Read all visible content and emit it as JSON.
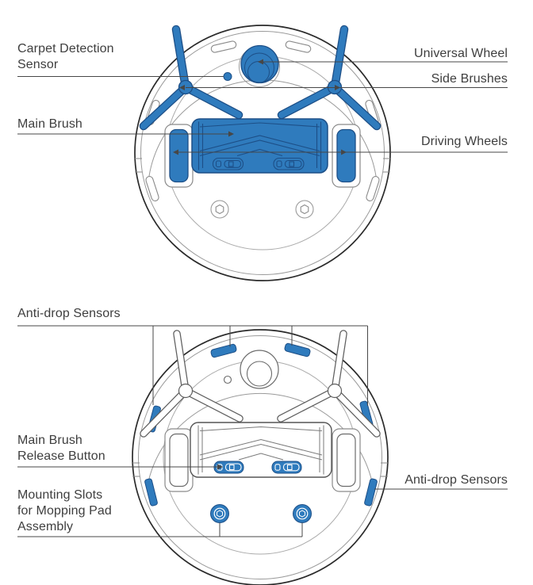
{
  "colors": {
    "background": "#ffffff",
    "highlight_blue": "#2f7bbd",
    "highlight_outline_navy": "#1d4f87",
    "body_outline": "#2b2b2b",
    "leader_line_gray": "#474747",
    "label_text": "#3e3e3e"
  },
  "top_diagram": {
    "labels": {
      "carpet_detection_sensor": {
        "lines": [
          "Carpet Detection",
          "Sensor"
        ]
      },
      "main_brush": {
        "text": "Main Brush"
      },
      "universal_wheel": {
        "text": "Universal Wheel"
      },
      "side_brushes": {
        "text": "Side Brushes"
      },
      "driving_wheels": {
        "text": "Driving Wheels"
      }
    }
  },
  "bottom_diagram": {
    "labels": {
      "anti_drop_sensors_top": {
        "text": "Anti-drop Sensors"
      },
      "main_brush_release_button": {
        "lines": [
          "Main Brush",
          "Release Button"
        ]
      },
      "mounting_slots": {
        "lines": [
          "Mounting Slots",
          "for Mopping Pad",
          "Assembly"
        ]
      },
      "anti_drop_sensors_right": {
        "text": "Anti-drop Sensors"
      }
    }
  }
}
